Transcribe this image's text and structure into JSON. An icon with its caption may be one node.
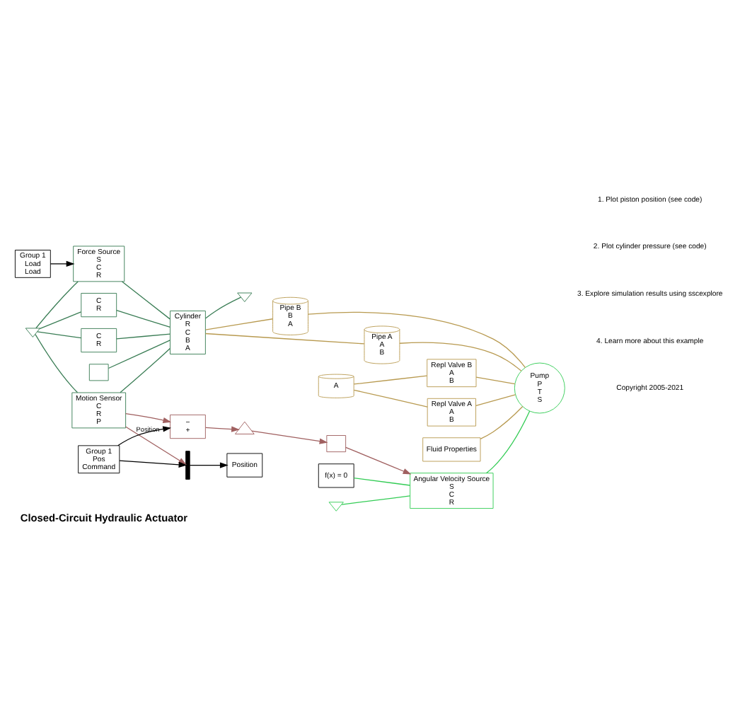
{
  "diagram": {
    "title": "Closed-Circuit Hydraulic Actuator",
    "nodes": [
      {
        "text": [
          "Group 1",
          "Load",
          "Load"
        ]
      },
      {
        "text": [
          "Force Source",
          "S",
          "C",
          "R"
        ]
      },
      {
        "text": [
          "C",
          "R"
        ]
      },
      {
        "text": [
          "C",
          "R"
        ]
      },
      {
        "text": [
          "Motion Sensor",
          "C",
          "R",
          "P"
        ]
      },
      {
        "text": [],
        "shape": "box"
      },
      {
        "text": [
          "Cylinder",
          "R",
          "C",
          "B",
          "A"
        ]
      },
      {
        "text": [],
        "shape": "ground"
      },
      {
        "text": [],
        "shape": "ground"
      },
      {
        "text": [
          "Pipe B",
          "B",
          "A"
        ]
      },
      {
        "text": [
          "Pipe A",
          "A",
          "B"
        ]
      },
      {
        "text": [
          "A"
        ]
      },
      {
        "text": [
          "Repl Valve B",
          "A",
          "B"
        ]
      },
      {
        "text": [
          "Repl Valve A",
          "A",
          "B"
        ]
      },
      {
        "text": [
          "Pump",
          "P",
          "T",
          "S"
        ]
      },
      {
        "text": [
          "Fluid Properties"
        ]
      },
      {
        "text": [],
        "shape": "bar"
      },
      {
        "text": [
          "Position"
        ]
      },
      {
        "text": [
          "Group 1",
          "Pos",
          "Command"
        ]
      },
      {
        "text": [
          "−",
          "+"
        ]
      },
      {
        "text": [],
        "shape": "triangle"
      },
      {
        "text": [],
        "shape": "box"
      },
      {
        "text": [
          "Angular Velocity Source",
          "S",
          "C",
          "R"
        ]
      },
      {
        "text": [
          "f(x) = 0"
        ]
      },
      {
        "text": [],
        "shape": "ground"
      }
    ],
    "edges": [
      {
        "from": 0,
        "to": 1,
        "arrow": "to",
        "color": "#000000"
      },
      {
        "from": 7,
        "to": 1,
        "arrow": "none"
      },
      {
        "from": 7,
        "to": 2,
        "arrow": "none"
      },
      {
        "from": 7,
        "to": 3,
        "arrow": "none"
      },
      {
        "from": 7,
        "to": 4,
        "arrow": "none"
      },
      {
        "from": 1,
        "to": 6,
        "arrow": "none"
      },
      {
        "from": 2,
        "to": 6,
        "arrow": "none"
      },
      {
        "from": 3,
        "to": 6,
        "arrow": "none"
      },
      {
        "from": 4,
        "to": 6,
        "arrow": "none"
      },
      {
        "from": 5,
        "to": 6,
        "arrow": "none"
      },
      {
        "from": 6,
        "to": 8,
        "arrow": "none"
      },
      {
        "from": 6,
        "to": 9,
        "arrow": "none",
        "color": "#b89a50"
      },
      {
        "from": 6,
        "to": 10,
        "arrow": "none",
        "color": "#b89a50"
      },
      {
        "from": 9,
        "to": 14,
        "arrow": "none",
        "color": "#b89a50"
      },
      {
        "from": 12,
        "to": 14,
        "arrow": "none",
        "color": "#b89a50"
      },
      {
        "from": 10,
        "to": 14,
        "arrow": "none",
        "color": "#b89a50"
      },
      {
        "from": 13,
        "to": 14,
        "arrow": "none",
        "color": "#b89a50"
      },
      {
        "from": 15,
        "to": 14,
        "arrow": "none",
        "color": "#b89a50"
      },
      {
        "from": 11,
        "to": 12,
        "arrow": "none",
        "color": "#b89a50"
      },
      {
        "from": 11,
        "to": 13,
        "arrow": "none",
        "color": "#b89a50"
      },
      {
        "from": 4,
        "to": 16,
        "arrow": "to",
        "label": "Position",
        "color": "#a06060"
      },
      {
        "from": 4,
        "to": 19,
        "arrow": "to",
        "color": "#a06060"
      },
      {
        "from": 18,
        "to": 16,
        "arrow": "to",
        "color": "#000000"
      },
      {
        "from": 18,
        "to": 19,
        "arrow": "to",
        "color": "#000000"
      },
      {
        "from": 16,
        "to": 17,
        "arrow": "to",
        "color": "#000000"
      },
      {
        "from": 19,
        "to": 20,
        "arrow": "to",
        "color": "#a06060"
      },
      {
        "from": 20,
        "to": 21,
        "arrow": "to",
        "color": "#a06060"
      },
      {
        "from": 21,
        "to": 22,
        "arrow": "to",
        "color": "#a06060"
      },
      {
        "from": 22,
        "to": 14,
        "arrow": "none",
        "color": "#33cc55"
      },
      {
        "from": 23,
        "to": 22,
        "arrow": "none",
        "color": "#33cc55"
      },
      {
        "from": 24,
        "to": 22,
        "arrow": "none",
        "color": "#33cc55"
      }
    ],
    "labels": [
      "1. Plot piston position (see code)",
      "2. Plot cylinder pressure (see code)",
      "3. Explore simulation results using sscexplore",
      "4. Learn more about this example",
      "Copyright 2005-2021"
    ]
  }
}
